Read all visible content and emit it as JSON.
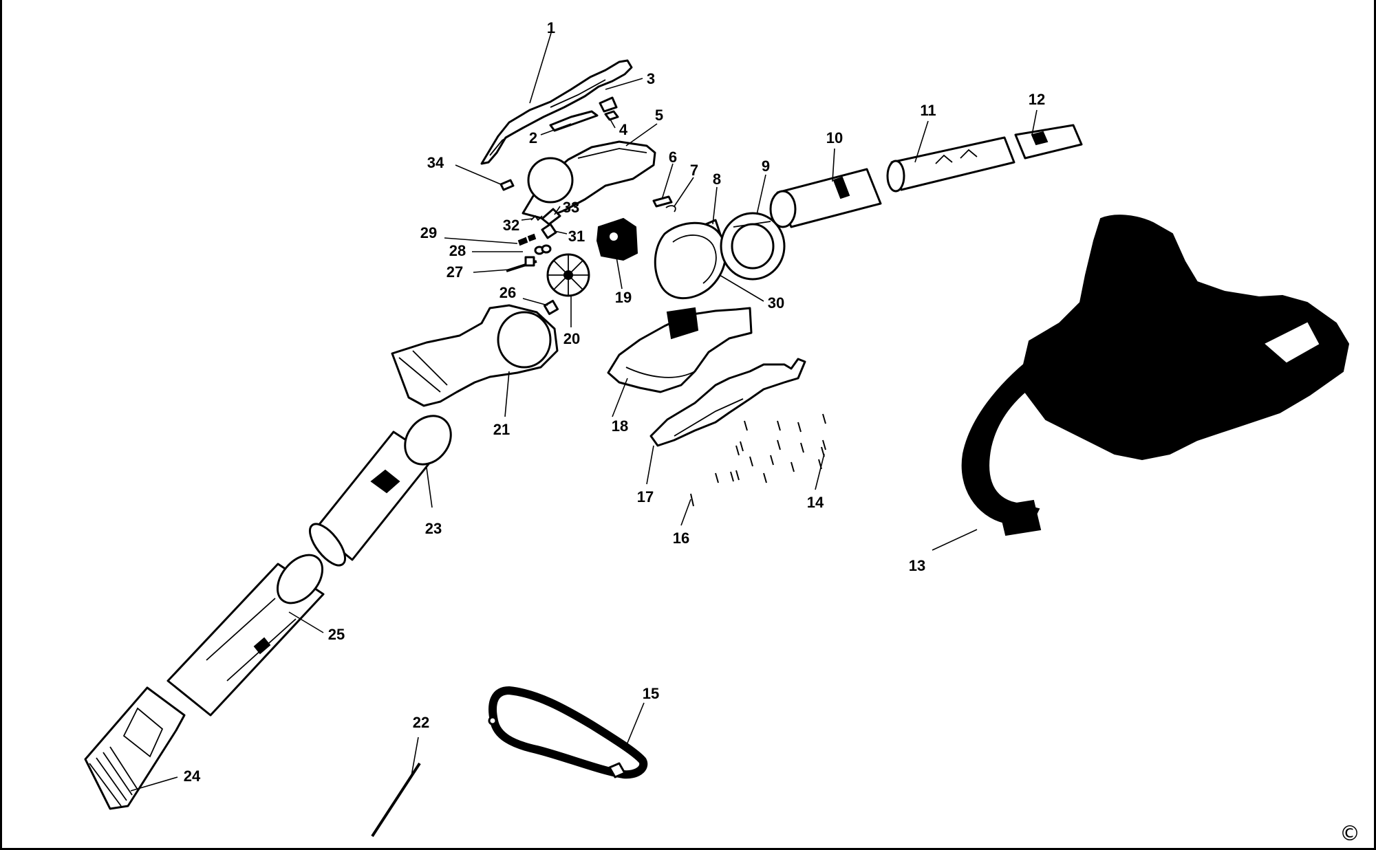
{
  "diagram": {
    "parts": [
      {
        "id": "1",
        "label": "1"
      },
      {
        "id": "2",
        "label": "2"
      },
      {
        "id": "3",
        "label": "3"
      },
      {
        "id": "4",
        "label": "4"
      },
      {
        "id": "5",
        "label": "5"
      },
      {
        "id": "6",
        "label": "6"
      },
      {
        "id": "7",
        "label": "7"
      },
      {
        "id": "8",
        "label": "8"
      },
      {
        "id": "9",
        "label": "9"
      },
      {
        "id": "10",
        "label": "10"
      },
      {
        "id": "11",
        "label": "11"
      },
      {
        "id": "12",
        "label": "12"
      },
      {
        "id": "13",
        "label": "13"
      },
      {
        "id": "14",
        "label": "14"
      },
      {
        "id": "15",
        "label": "15"
      },
      {
        "id": "16",
        "label": "16"
      },
      {
        "id": "17",
        "label": "17"
      },
      {
        "id": "18",
        "label": "18"
      },
      {
        "id": "19",
        "label": "19"
      },
      {
        "id": "20",
        "label": "20"
      },
      {
        "id": "21",
        "label": "21"
      },
      {
        "id": "22",
        "label": "22"
      },
      {
        "id": "23",
        "label": "23"
      },
      {
        "id": "24",
        "label": "24"
      },
      {
        "id": "25",
        "label": "25"
      },
      {
        "id": "26",
        "label": "26"
      },
      {
        "id": "27",
        "label": "27"
      },
      {
        "id": "28",
        "label": "28"
      },
      {
        "id": "29",
        "label": "29"
      },
      {
        "id": "30",
        "label": "30"
      },
      {
        "id": "31",
        "label": "31"
      },
      {
        "id": "32",
        "label": "32"
      },
      {
        "id": "33",
        "label": "33"
      },
      {
        "id": "34",
        "label": "34"
      }
    ],
    "copyright": "©"
  }
}
